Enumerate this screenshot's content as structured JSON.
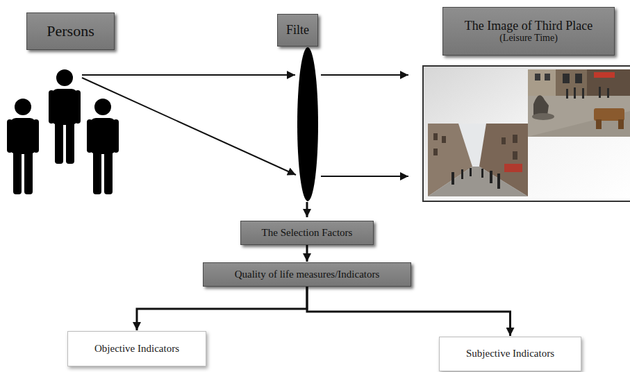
{
  "diagram": {
    "nodes": [
      {
        "text": [
          "Persons"
        ]
      },
      {
        "text": [
          "Filte"
        ]
      },
      {
        "text": [
          "The Image of Third Place",
          "(Leisure Time)"
        ]
      },
      {
        "text": [
          "The Selection Factors"
        ]
      },
      {
        "text": [
          "Quality of life measures/Indicators"
        ]
      },
      {
        "text": [
          "Objective Indicators"
        ]
      },
      {
        "text": [
          "Subjective Indicators"
        ]
      }
    ],
    "edges": [
      {
        "from": 3,
        "to": 4,
        "arrow": "to"
      },
      {
        "from": 4,
        "to": 5,
        "arrow": "to"
      },
      {
        "from": 4,
        "to": 6,
        "arrow": "to"
      }
    ]
  }
}
